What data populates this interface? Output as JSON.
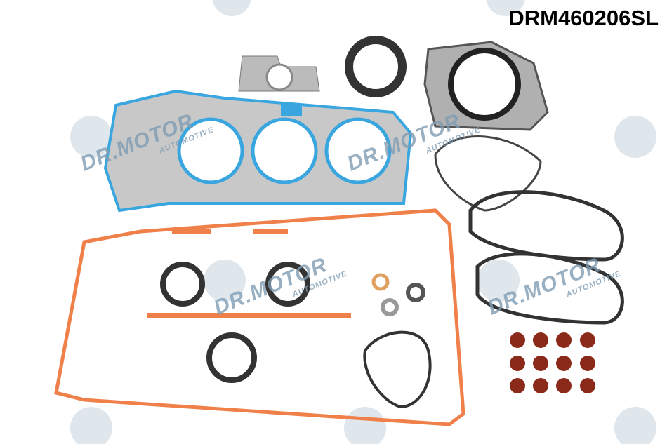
{
  "product_code": "DRM460206SL",
  "watermark": {
    "brand": "DR.MOTOR",
    "tagline": "AUTOMOTIVE"
  },
  "colors": {
    "head_gasket_blue": "#3aa6e0",
    "cover_gasket_orange": "#f0804a",
    "metal": "#b8b8b8",
    "rubber": "#333333",
    "watermark": "#9fb6c6"
  }
}
